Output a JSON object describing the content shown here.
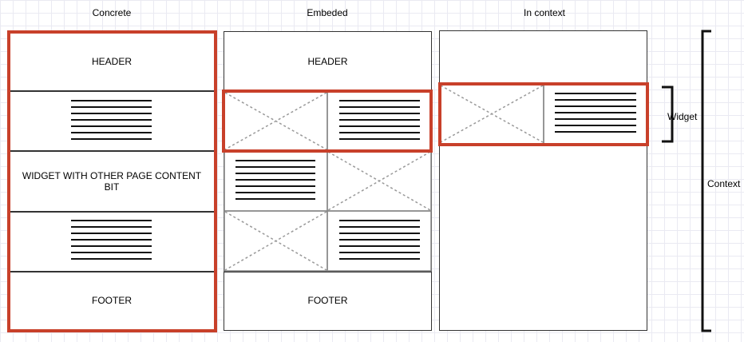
{
  "columns": {
    "concrete": {
      "title": "Concrete"
    },
    "embedded": {
      "title": "Embeded"
    },
    "in_context": {
      "title": "In context"
    }
  },
  "concrete": {
    "header": "HEADER",
    "widget_text": "WIDGET WITH OTHER PAGE CONTENT BIT",
    "footer": "FOOTER"
  },
  "embedded": {
    "header": "HEADER",
    "footer": "FOOTER"
  },
  "annotations": {
    "widget": "Widget",
    "context": "Context"
  },
  "colors": {
    "highlight": "#c8402a",
    "stroke": "#333333",
    "placeholder": "#999999",
    "grid": "#eaeaf2"
  }
}
